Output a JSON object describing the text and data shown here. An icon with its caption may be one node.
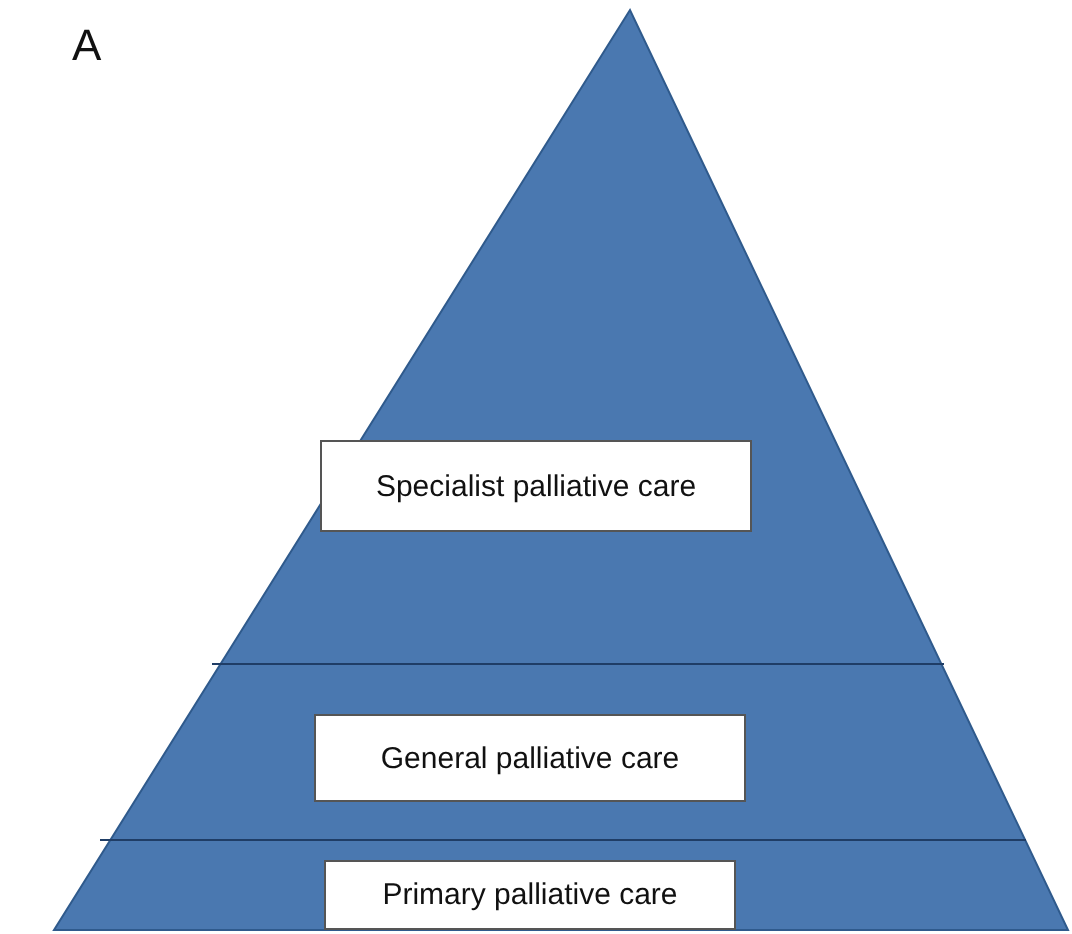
{
  "diagram": {
    "nodes": [
      {
        "text": [
          "Specialist palliative care"
        ]
      },
      {
        "text": [
          "General palliative care"
        ]
      },
      {
        "text": [
          "Primary palliative care"
        ]
      }
    ],
    "labels": [
      "A"
    ]
  }
}
